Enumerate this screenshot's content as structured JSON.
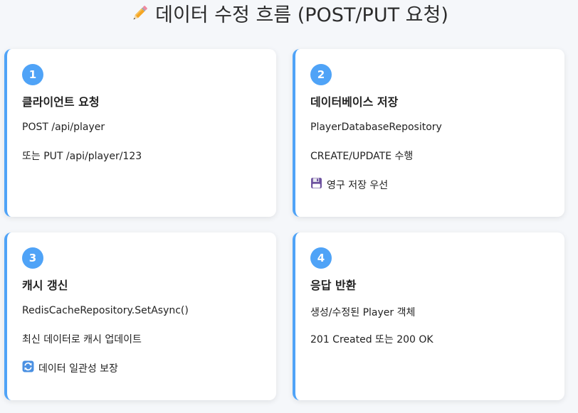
{
  "header": {
    "title": "데이터 수정 흐름 (POST/PUT 요청)",
    "icon": "pencil-icon"
  },
  "accent_color": "#4fa3f7",
  "cards": [
    {
      "step": "1",
      "title": "클라이언트 요청",
      "lines": [
        "POST /api/player",
        "또는 PUT /api/player/123"
      ]
    },
    {
      "step": "2",
      "title": "데이터베이스 저장",
      "lines": [
        "PlayerDatabaseRepository",
        "CREATE/UPDATE 수행"
      ],
      "note": {
        "icon": "floppy-disk-icon",
        "text": "영구 저장 우선"
      }
    },
    {
      "step": "3",
      "title": "캐시 갱신",
      "lines": [
        "RedisCacheRepository.SetAsync()",
        "최신 데이터로 캐시 업데이트"
      ],
      "note": {
        "icon": "refresh-icon",
        "text": "데이터 일관성 보장"
      }
    },
    {
      "step": "4",
      "title": "응답 반환",
      "lines": [
        "생성/수정된 Player 객체",
        "201 Created 또는 200 OK"
      ]
    }
  ]
}
